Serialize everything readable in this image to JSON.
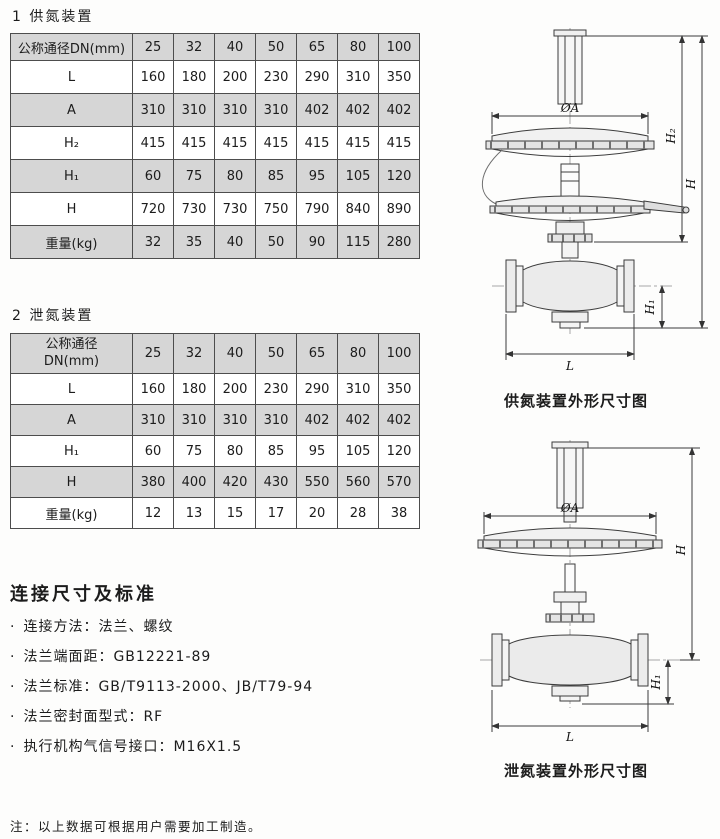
{
  "doc": {
    "section1": {
      "title": "1 供氮装置",
      "table": {
        "header": [
          "公称通径DN(mm)",
          "25",
          "32",
          "40",
          "50",
          "65",
          "80",
          "100"
        ],
        "rows": [
          [
            "L",
            "160",
            "180",
            "200",
            "230",
            "290",
            "310",
            "350"
          ],
          [
            "A",
            "310",
            "310",
            "310",
            "310",
            "402",
            "402",
            "402"
          ],
          [
            "H₂",
            "415",
            "415",
            "415",
            "415",
            "415",
            "415",
            "415"
          ],
          [
            "H₁",
            "60",
            "75",
            "80",
            "85",
            "95",
            "105",
            "120"
          ],
          [
            "H",
            "720",
            "730",
            "730",
            "750",
            "790",
            "840",
            "890"
          ],
          [
            "重量(kg)",
            "32",
            "35",
            "40",
            "50",
            "90",
            "115",
            "280"
          ]
        ]
      }
    },
    "section2": {
      "title": "2 泄氮装置",
      "table": {
        "header": [
          "公称通径\nDN(mm)",
          "25",
          "32",
          "40",
          "50",
          "65",
          "80",
          "100"
        ],
        "rows": [
          [
            "L",
            "160",
            "180",
            "200",
            "230",
            "290",
            "310",
            "350"
          ],
          [
            "A",
            "310",
            "310",
            "310",
            "310",
            "402",
            "402",
            "402"
          ],
          [
            "H₁",
            "60",
            "75",
            "80",
            "85",
            "95",
            "105",
            "120"
          ],
          [
            "H",
            "380",
            "400",
            "420",
            "430",
            "550",
            "560",
            "570"
          ],
          [
            "重量(kg)",
            "12",
            "13",
            "15",
            "17",
            "20",
            "28",
            "38"
          ]
        ]
      }
    },
    "connection": {
      "title": "连接尺寸及标准",
      "bullet": "·",
      "items": [
        "连接方法：法兰、螺纹",
        "法兰端面距：GB12221-89",
        "法兰标准：GB/T9113-2000、JB/T79-94",
        "法兰密封面型式：RF",
        "执行机构气信号接口：M16X1.5"
      ]
    },
    "footnote": "注：以上数据可根据用户需要加工制造。",
    "figure1": {
      "caption": "供氮装置外形尺寸图",
      "dims": {
        "dia": "ØA",
        "h2": "H₂",
        "h": "H",
        "h1": "H₁",
        "l": "L"
      }
    },
    "figure2": {
      "caption": "泄氮装置外形尺寸图",
      "dims": {
        "dia": "ØA",
        "h": "H",
        "h1": "H₁",
        "l": "L"
      }
    },
    "colors": {
      "table_stripe_gray": "#d6d6d6",
      "line_color": "#3c3c3c"
    }
  }
}
